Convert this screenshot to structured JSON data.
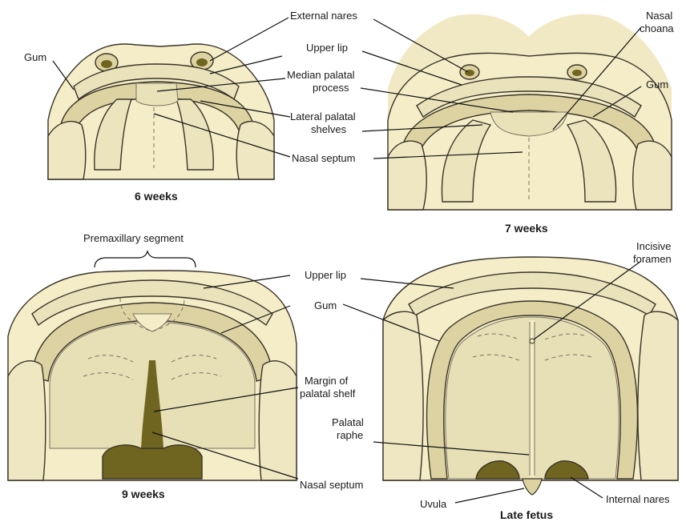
{
  "colors": {
    "tissue": "#f4edc8",
    "gum": "#ddd3a2",
    "shadow": "#e7dfb5",
    "dark": "#6f6420",
    "outline": "#3a3428"
  },
  "labels": {
    "external_nares": "External nares",
    "gum_6w": "Gum",
    "upper_lip_6w": "Upper lip",
    "median_palatal_process_1": "Median palatal",
    "median_palatal_process_2": "process",
    "lateral_palatal_shelves_1": "Lateral palatal",
    "lateral_palatal_shelves_2": "shelves",
    "nasal_septum_6w": "Nasal septum",
    "nasal_choana_1": "Nasal",
    "nasal_choana_2": "choana",
    "gum_7w": "Gum",
    "premaxillary_segment": "Premaxillary segment",
    "upper_lip_9w": "Upper lip",
    "gum_9w": "Gum",
    "margin_of_palatal_shelf_1": "Margin of",
    "margin_of_palatal_shelf_2": "palatal shelf",
    "palatal_raphe_1": "Palatal",
    "palatal_raphe_2": "raphe",
    "nasal_septum_9w": "Nasal septum",
    "incisive_foramen_1": "Incisive",
    "incisive_foramen_2": "foramen",
    "uvula": "Uvula",
    "internal_nares": "Internal nares"
  },
  "captions": {
    "six_weeks": "6 weeks",
    "seven_weeks": "7 weeks",
    "nine_weeks": "9 weeks",
    "late_fetus": "Late fetus"
  }
}
